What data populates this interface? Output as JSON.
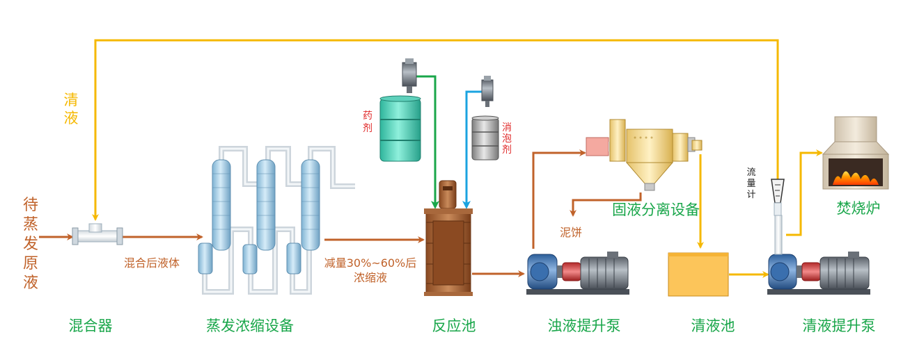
{
  "equipment_labels": {
    "mixer": "混合器",
    "evaporator": "蒸发浓缩设备",
    "reactor": "反应池",
    "turbid_pump": "浊液提升泵",
    "clear_tank": "清液池",
    "clear_pump": "清液提升泵",
    "separator": "固液分离设备",
    "incinerator": "焚烧炉"
  },
  "stream_labels": {
    "raw_liquid_chars": [
      "待",
      "蒸",
      "发",
      "原",
      "液"
    ],
    "clear_liquid_chars": [
      "清",
      "液"
    ],
    "mixed_liquid": "混合后液体",
    "concentrate_line1": "减量30%~60%后",
    "concentrate_line2": "浓缩液",
    "filter_cake": "泥饼"
  },
  "tank_labels": {
    "chemical_chars": [
      "药",
      "剂"
    ],
    "antifoam_chars": [
      "消",
      "泡",
      "剂"
    ],
    "flowmeter_chars": [
      "流",
      "量",
      "计"
    ]
  },
  "colors": {
    "process_line": "#c0622a",
    "clear_line": "#f5b800",
    "chemical_line": "#19a64a",
    "antifoam_line": "#1aa3e0",
    "label_green": "#19a64a"
  }
}
